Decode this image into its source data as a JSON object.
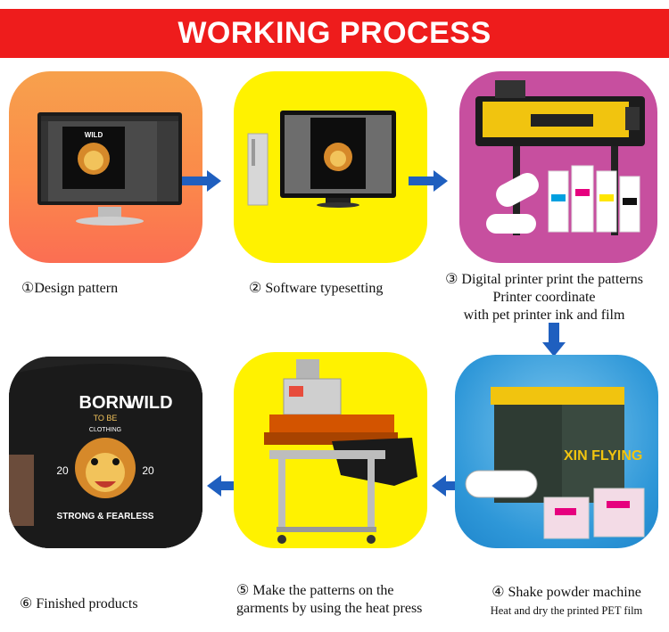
{
  "header": {
    "title": "WORKING PROCESS",
    "color": "#ee1c1c"
  },
  "colors": {
    "arrow": "#1f5fbf",
    "yellow": "#fff200",
    "magenta": "#c74f9f",
    "blue": "#2e97d8"
  },
  "shirt_print": {
    "line1": "BORN",
    "line1b": "TO BE",
    "line1c": "WILD",
    "sub": "CLOTHING",
    "year_left": "20",
    "year_right": "20",
    "tagline": "STRONG & FEARLESS"
  },
  "machine": {
    "brand": "XIN FLYING"
  },
  "steps": [
    {
      "label": "①Design pattern"
    },
    {
      "label": "② Software typesetting"
    },
    {
      "label_lines": [
        "③ Digital printer print the patterns",
        "Printer coordinate",
        "with pet printer  ink and film"
      ]
    },
    {
      "label": "④ Shake powder machine",
      "sub": "Heat and dry the printed PET film"
    },
    {
      "label_lines": [
        "⑤  Make the patterns on the",
        "garments by using the heat press"
      ]
    },
    {
      "label": "⑥  Finished products"
    }
  ]
}
